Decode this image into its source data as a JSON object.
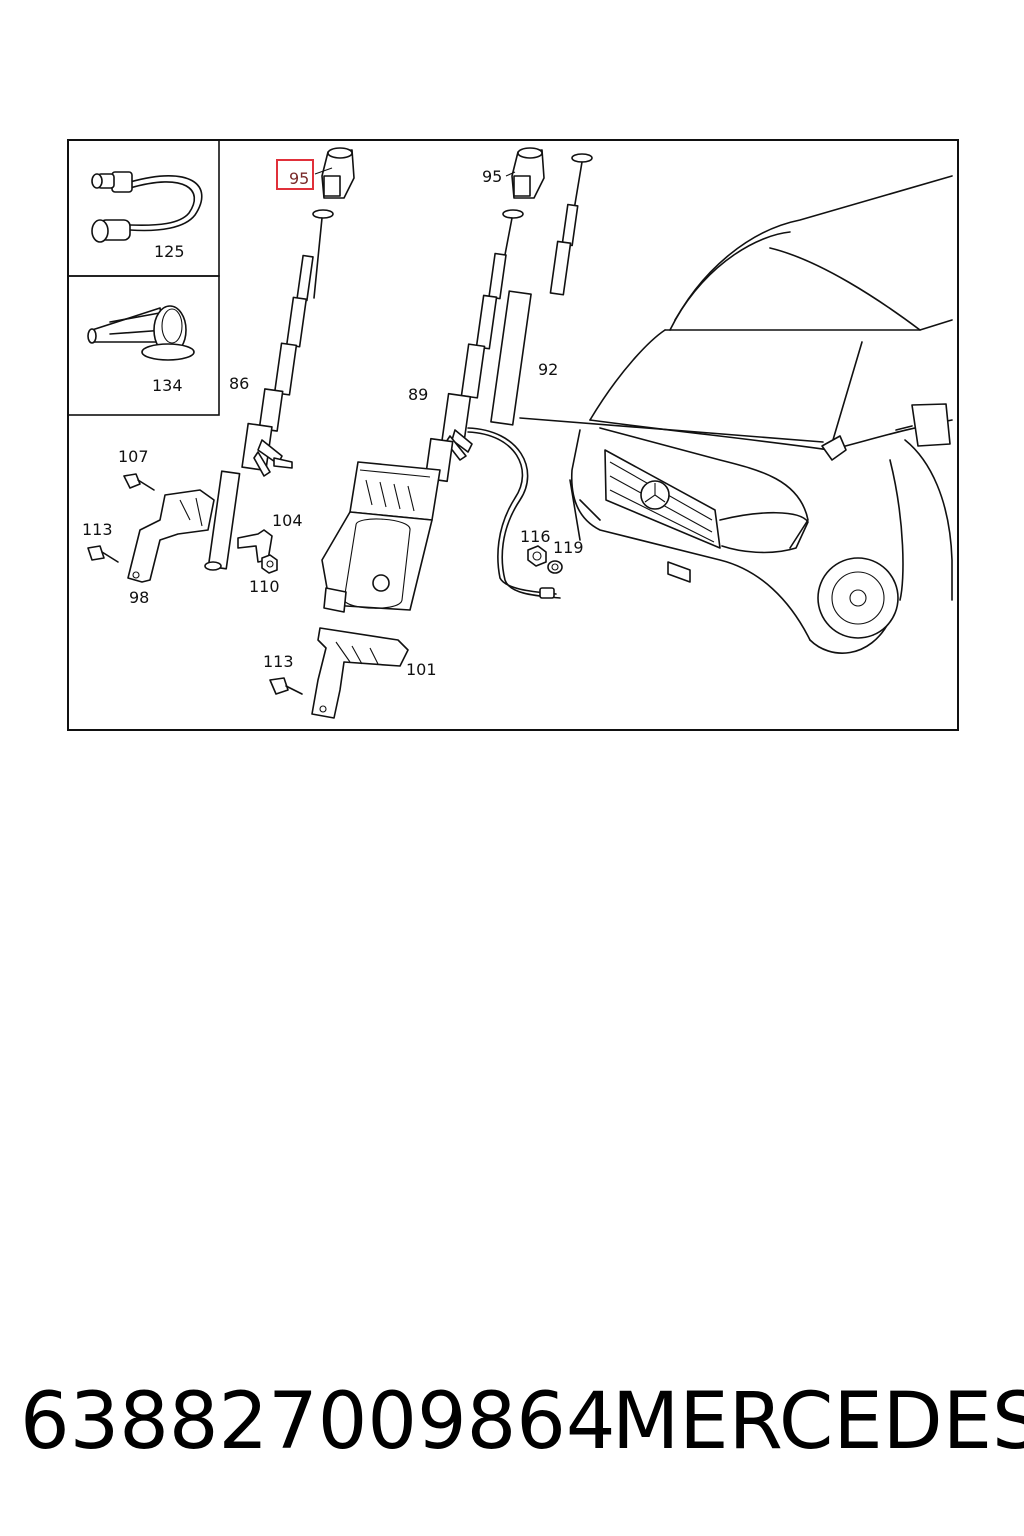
{
  "diagram": {
    "callouts": [
      "125",
      "134",
      "95",
      "95",
      "92",
      "86",
      "89",
      "107",
      "104",
      "113",
      "110",
      "98",
      "116",
      "119",
      "113",
      "101"
    ],
    "highlighted_callout": "95",
    "colors": {
      "highlight": "#e0303a",
      "line": "#111111",
      "background": "#ffffff"
    }
  },
  "footer": {
    "part_number": "638827009864",
    "brand": "MERCEDES"
  }
}
